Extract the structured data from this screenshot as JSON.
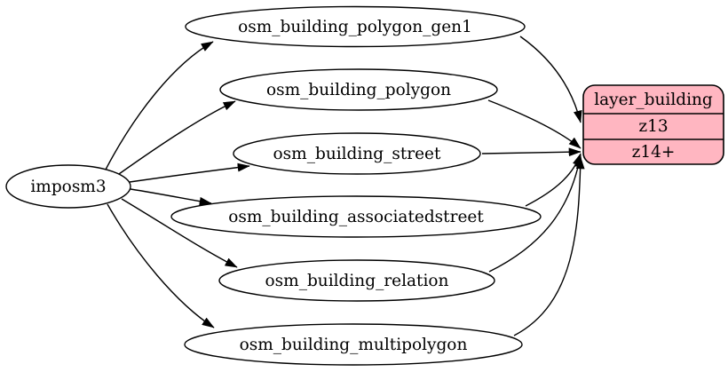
{
  "diagram": {
    "type": "graphviz-digraph",
    "background_color": "#ffffff",
    "edge_color": "#000000",
    "node_fill": "#ffffff",
    "node_stroke": "#000000",
    "source_node": {
      "label": "imposm3"
    },
    "table_nodes": [
      {
        "label": "osm_building_polygon_gen1"
      },
      {
        "label": "osm_building_polygon"
      },
      {
        "label": "osm_building_street"
      },
      {
        "label": "osm_building_associatedstreet"
      },
      {
        "label": "osm_building_relation"
      },
      {
        "label": "osm_building_multipolygon"
      }
    ],
    "layer_node": {
      "title": "layer_building",
      "rows": [
        "z13",
        "z14+"
      ],
      "fill": "#ffb6c1",
      "stroke": "#000000"
    },
    "edges": [
      {
        "from": "imposm3",
        "to": "osm_building_polygon_gen1"
      },
      {
        "from": "imposm3",
        "to": "osm_building_polygon"
      },
      {
        "from": "imposm3",
        "to": "osm_building_street"
      },
      {
        "from": "imposm3",
        "to": "osm_building_associatedstreet"
      },
      {
        "from": "imposm3",
        "to": "osm_building_relation"
      },
      {
        "from": "imposm3",
        "to": "osm_building_multipolygon"
      },
      {
        "from": "osm_building_polygon_gen1",
        "to": "layer_building:z13"
      },
      {
        "from": "osm_building_polygon",
        "to": "layer_building:z14+"
      },
      {
        "from": "osm_building_street",
        "to": "layer_building:z14+"
      },
      {
        "from": "osm_building_associatedstreet",
        "to": "layer_building:z14+"
      },
      {
        "from": "osm_building_relation",
        "to": "layer_building:z14+"
      },
      {
        "from": "osm_building_multipolygon",
        "to": "layer_building:z14+"
      }
    ]
  }
}
